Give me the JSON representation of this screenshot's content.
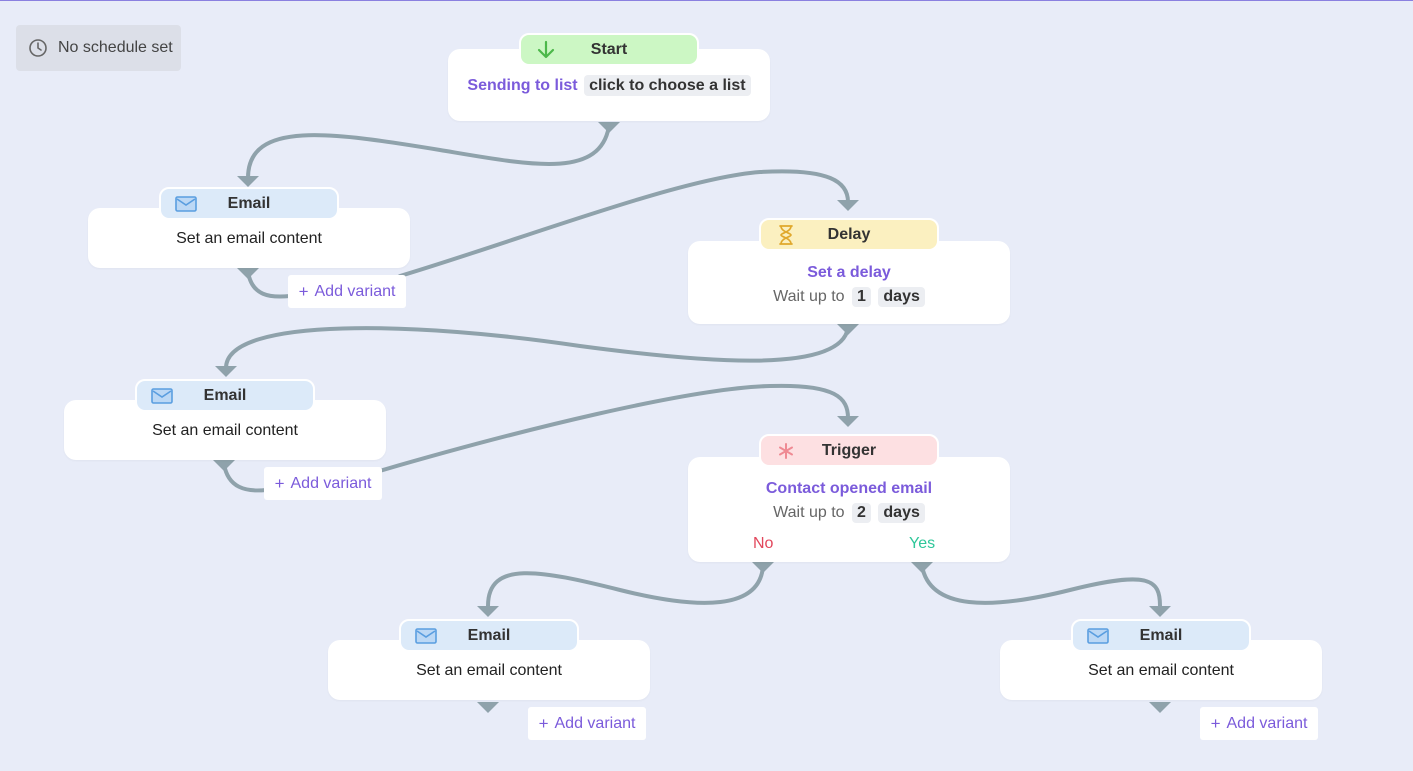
{
  "schedule": {
    "label": "No schedule set",
    "icon": "clock-icon"
  },
  "start": {
    "pill_label": "Start",
    "icon": "arrow-down-icon",
    "sending_label": "Sending to list",
    "list_placeholder": "click to choose a list"
  },
  "email_1": {
    "pill_label": "Email",
    "icon": "envelope-icon",
    "content": "Set an email content",
    "add_variant": "Add variant"
  },
  "delay": {
    "pill_label": "Delay",
    "icon": "hourglass-icon",
    "title": "Set a delay",
    "wait_label": "Wait up to",
    "amount": "1",
    "unit": "days"
  },
  "email_2": {
    "pill_label": "Email",
    "icon": "envelope-icon",
    "content": "Set an email content",
    "add_variant": "Add variant"
  },
  "trigger": {
    "pill_label": "Trigger",
    "icon": "asterisk-icon",
    "title": "Contact opened email",
    "wait_label": "Wait up to",
    "amount": "2",
    "unit": "days",
    "no_label": "No",
    "yes_label": "Yes"
  },
  "email_no": {
    "pill_label": "Email",
    "icon": "envelope-icon",
    "content": "Set an email content",
    "add_variant": "Add variant"
  },
  "email_yes": {
    "pill_label": "Email",
    "icon": "envelope-icon",
    "content": "Set an email content",
    "add_variant": "Add variant"
  },
  "colors": {
    "background": "#e8ecf8",
    "accent": "#7b5bdb",
    "connector": "#8fa2ab",
    "start_pill": "#ccf7c4",
    "email_pill": "#dceaf9",
    "delay_pill": "#fbf0c0",
    "trigger_pill": "#fde0e2",
    "no": "#e2475c",
    "yes": "#2fc79a"
  }
}
